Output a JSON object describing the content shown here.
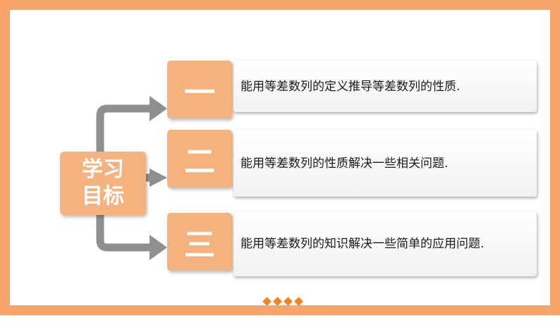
{
  "hub": {
    "line1": "学习",
    "line2": "目标"
  },
  "items": [
    {
      "number": "一",
      "text": "能用等差数列的定义推导等差数列的性质."
    },
    {
      "number": "二",
      "text": "能用等差数列的性质解决一些相关问题."
    },
    {
      "number": "三",
      "text": "能用等差数列的知识解决一些简单的应用问题."
    }
  ],
  "colors": {
    "border": "#f7a56b",
    "accent": "#f4b27f",
    "connector": "#8f8f8f",
    "dots": "#f58220"
  }
}
